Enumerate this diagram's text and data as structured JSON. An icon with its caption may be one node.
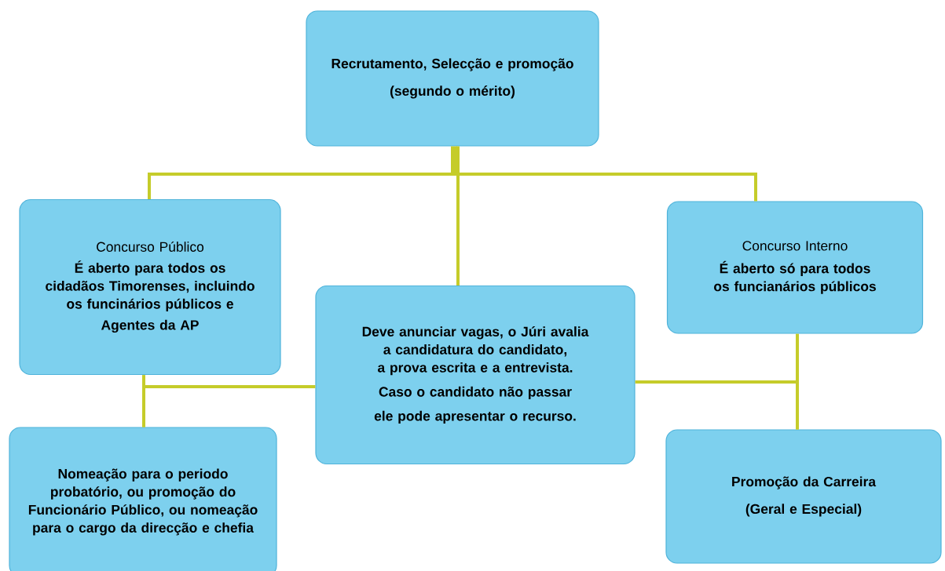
{
  "diagram": {
    "nodes": [
      {
        "text": [
          "Recrutamento, Selecção e promoção",
          "(segundo o mérito)"
        ]
      },
      {
        "text": [
          "Concurso Público",
          "É aberto para todos os cidadãos Timorenses, incluindo os funcinários públicos e",
          "Agentes da AP"
        ]
      },
      {
        "text": [
          "Deve anunciar vagas, o Júri avalia a candidatura do candidato, a prova escrita e a entrevista.",
          "Caso o candidato não passar",
          "ele pode apresentar o recurso."
        ]
      },
      {
        "text": [
          "Concurso Interno",
          "É aberto só para todos os funcianários públicos"
        ]
      },
      {
        "text": [
          "Nomeação para o periodo probatório, ou promoção do Funcionário Público, ou nomeação para o cargo da direcção e chefia"
        ]
      },
      {
        "text": [
          "Promoção da Carreira",
          "(Geral e Especial)"
        ]
      }
    ],
    "edges": [
      {
        "from": 0,
        "to": 1,
        "arrow": "none"
      },
      {
        "from": 0,
        "to": 2,
        "arrow": "none"
      },
      {
        "from": 0,
        "to": 3,
        "arrow": "none"
      },
      {
        "from": 1,
        "to": 4,
        "arrow": "none"
      },
      {
        "from": 2,
        "to": 4,
        "arrow": "none"
      },
      {
        "from": 3,
        "to": 5,
        "arrow": "none"
      },
      {
        "from": 2,
        "to": 5,
        "arrow": "none"
      }
    ]
  }
}
